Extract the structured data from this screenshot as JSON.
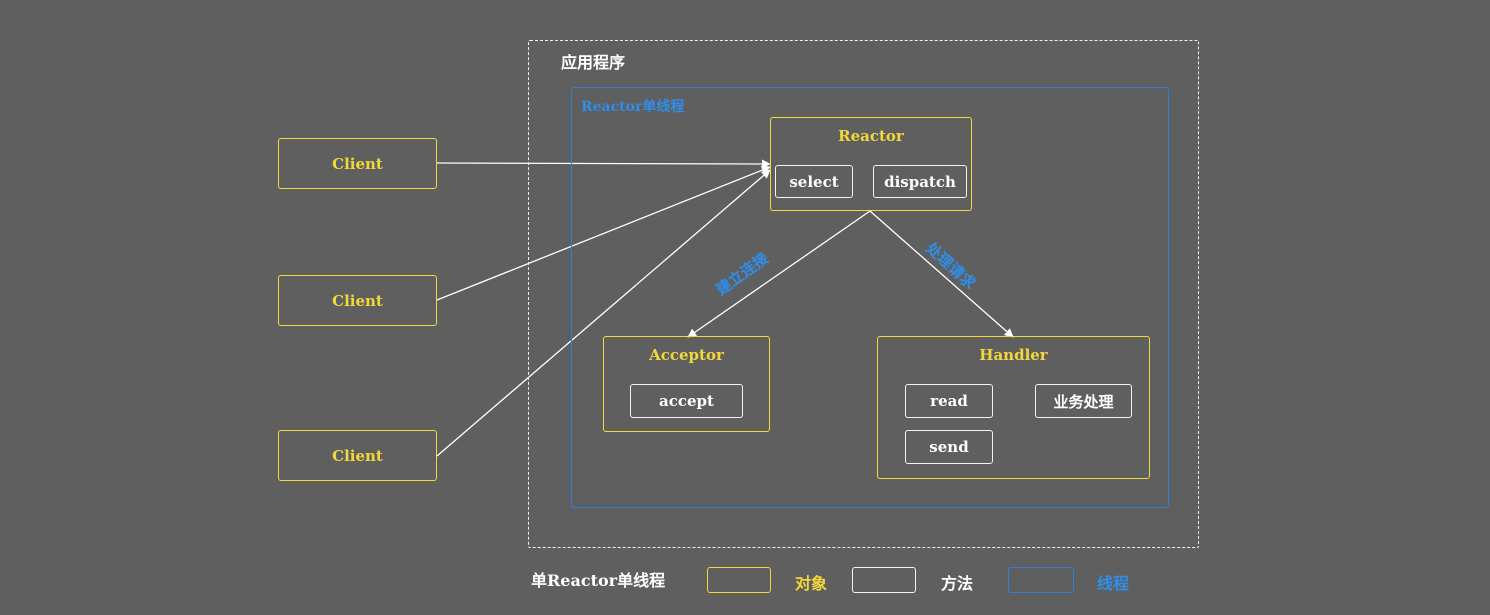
{
  "app": {
    "title": "应用程序",
    "thread_label": "Reactor单线程"
  },
  "clients": [
    "Client",
    "Client",
    "Client"
  ],
  "reactor": {
    "title": "Reactor",
    "methods": {
      "select": "select",
      "dispatch": "dispatch"
    }
  },
  "acceptor": {
    "title": "Acceptor",
    "methods": {
      "accept": "accept"
    }
  },
  "handler": {
    "title": "Handler",
    "methods": {
      "read": "read",
      "send": "send",
      "business": "业务处理"
    }
  },
  "edges": {
    "to_acceptor": "建立连接",
    "to_handler": "处理请求"
  },
  "legend": {
    "title": "单Reactor单线程",
    "object": "对象",
    "method": "方法",
    "thread": "线程"
  },
  "colors": {
    "background": "#5f5f5f",
    "object": "#f2d83a",
    "method": "#f2f2f2",
    "thread": "#2f7fd6"
  }
}
